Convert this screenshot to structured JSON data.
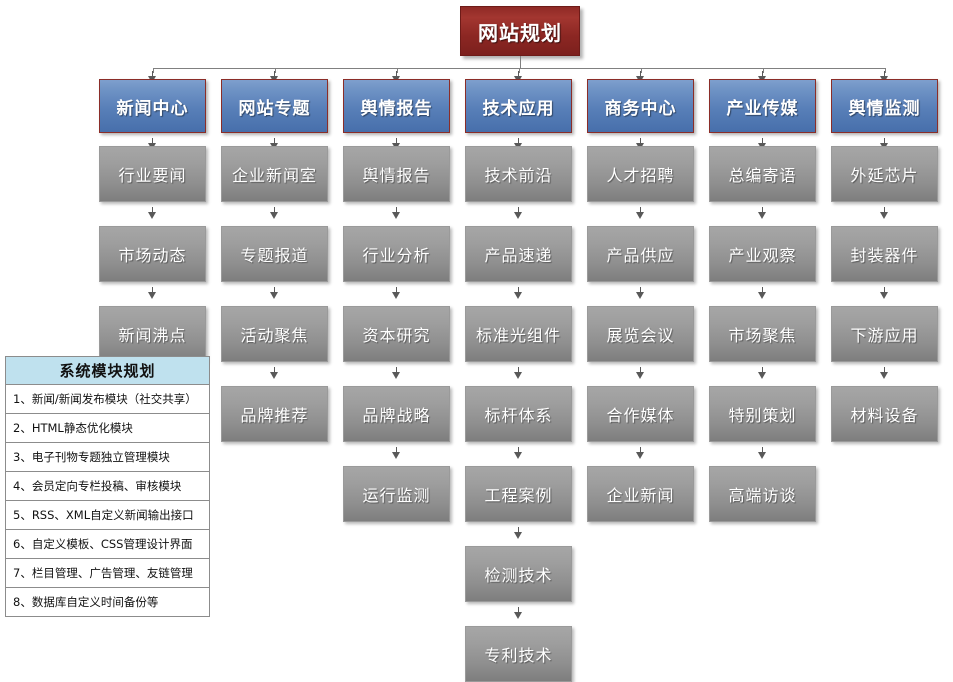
{
  "diagram": {
    "root": {
      "label": "网站规划"
    },
    "columns": [
      {
        "category": "新闻中心",
        "items": [
          "行业要闻",
          "市场动态",
          "新闻沸点"
        ]
      },
      {
        "category": "网站专题",
        "items": [
          "企业新闻室",
          "专题报道",
          "活动聚焦",
          "品牌推荐"
        ]
      },
      {
        "category": "舆情报告",
        "items": [
          "舆情报告",
          "行业分析",
          "资本研究",
          "品牌战略",
          "运行监测"
        ]
      },
      {
        "category": "技术应用",
        "items": [
          "技术前沿",
          "产品速递",
          "标准光组件",
          "标杆体系",
          "工程案例",
          "检测技术",
          "专利技术"
        ]
      },
      {
        "category": "商务中心",
        "items": [
          "人才招聘",
          "产品供应",
          "展览会议",
          "合作媒体",
          "企业新闻"
        ]
      },
      {
        "category": "产业传媒",
        "items": [
          "总编寄语",
          "产业观察",
          "市场聚焦",
          "特别策划",
          "高端访谈"
        ]
      },
      {
        "category": "舆情监测",
        "items": [
          "外延芯片",
          "封装器件",
          "下游应用",
          "材料设备"
        ]
      }
    ]
  },
  "modules": {
    "title": "系统模块规划",
    "items": [
      "1、新闻/新闻发布模块（社交共享）",
      "2、HTML静态优化模块",
      "3、电子刊物专题独立管理模块",
      "4、会员定向专栏投稿、审核模块",
      "5、RSS、XML自定义新闻输出接口",
      "6、自定义模板、CSS管理设计界面",
      "7、栏目管理、广告管理、友链管理",
      "8、数据库自定义时间备份等"
    ]
  },
  "colors": {
    "root_fill": "#8c2723",
    "category_fill": "#587fb8",
    "category_border": "#8b2d28",
    "leaf_fill": "#9e9e9e",
    "panel_header_fill": "#bfe1ee",
    "connector": "#808080"
  }
}
